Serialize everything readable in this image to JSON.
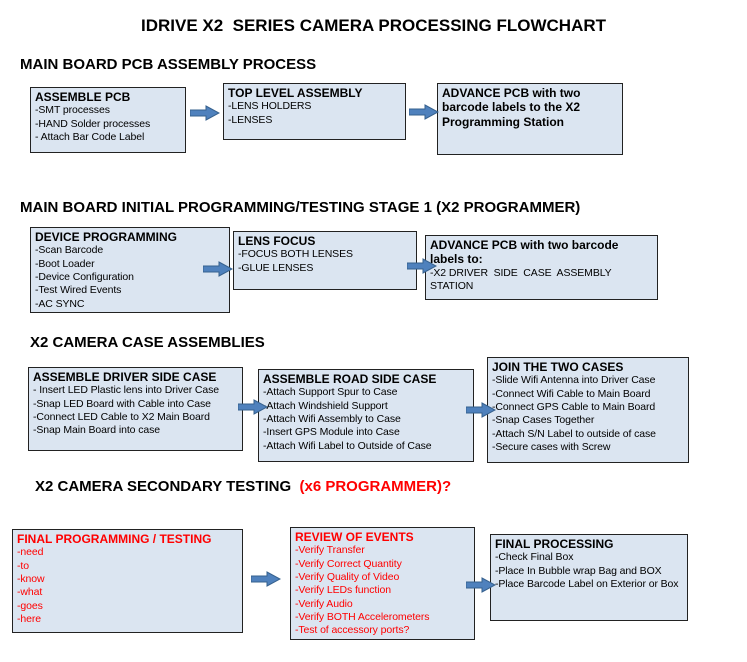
{
  "title": "IDRIVE X2  SERIES CAMERA PROCESSING FLOWCHART",
  "colors": {
    "box_fill": "#dbe5f1",
    "box_border": "#222222",
    "arrow_fill": "#4f81bd",
    "red_text": "#ff0000"
  },
  "sections": [
    {
      "header": "MAIN BOARD PCB ASSEMBLY PROCESS",
      "boxes": [
        {
          "title": "ASSEMBLE PCB",
          "items": [
            "-SMT processes",
            "-HAND Solder processes",
            "- Attach Bar Code Label"
          ]
        },
        {
          "title": "TOP LEVEL ASSEMBLY",
          "items": [
            "-LENS HOLDERS",
            "-LENSES"
          ]
        },
        {
          "title": "ADVANCE PCB with two barcode labels to the X2 Programming Station",
          "items": []
        }
      ]
    },
    {
      "header": "MAIN BOARD INITIAL PROGRAMMING/TESTING STAGE 1 (X2 PROGRAMMER)",
      "boxes": [
        {
          "title": "DEVICE PROGRAMMING",
          "items": [
            "-Scan Barcode",
            "-Boot Loader",
            "-Device Configuration",
            "-Test Wired Events",
            "-AC SYNC"
          ]
        },
        {
          "title": "LENS FOCUS",
          "items": [
            "-FOCUS BOTH LENSES",
            "-GLUE LENSES"
          ]
        },
        {
          "title": "ADVANCE PCB with two barcode labels to:",
          "items": [
            "-X2 DRIVER  SIDE  CASE  ASSEMBLY STATION"
          ]
        }
      ]
    },
    {
      "header": "X2 CAMERA CASE ASSEMBLIES",
      "boxes": [
        {
          "title": "ASSEMBLE DRIVER SIDE CASE",
          "items": [
            "- Insert LED Plastic lens into Driver Case",
            "-Snap LED Board with Cable into Case",
            "-Connect LED Cable to X2 Main Board",
            "-Snap Main Board into case"
          ]
        },
        {
          "title": "ASSEMBLE ROAD SIDE CASE",
          "items": [
            "-Attach Support Spur to Case",
            "-Attach Windshield Support",
            "-Attach Wifi Assembly to Case",
            "-Insert GPS Module into Case",
            "-Attach Wifi Label to Outside of Case"
          ]
        },
        {
          "title": "JOIN THE TWO CASES",
          "items": [
            "-Slide Wifi Antenna into Driver Case",
            "-Connect Wifi Cable to Main Board",
            "-Connect GPS Cable to Main Board",
            "-Snap Cases Together",
            "-Attach S/N Label to outside of case",
            "-Secure cases with Screw"
          ]
        }
      ]
    },
    {
      "header": "X2 CAMERA SECONDARY TESTING  ",
      "header_red": "(x6 PROGRAMMER)?",
      "boxes": [
        {
          "title": "FINAL PROGRAMMING / TESTING",
          "items": [
            "-need",
            "-to",
            "-know",
            "-what",
            "-goes",
            "-here"
          ]
        },
        {
          "title": "REVIEW OF EVENTS",
          "items": [
            "-Verify Transfer",
            "-Verify Correct Quantity",
            "-Verify Quality of Video",
            "-Verify LEDs function",
            "-Verify Audio",
            "-Verify BOTH Accelerometers",
            "-Test of accessory ports?"
          ]
        },
        {
          "title": "FINAL PROCESSING",
          "items": [
            "-Check Final Box",
            "-Place In Bubble wrap Bag and BOX",
            "-Place Barcode Label on Exterior or Box"
          ]
        }
      ]
    }
  ]
}
